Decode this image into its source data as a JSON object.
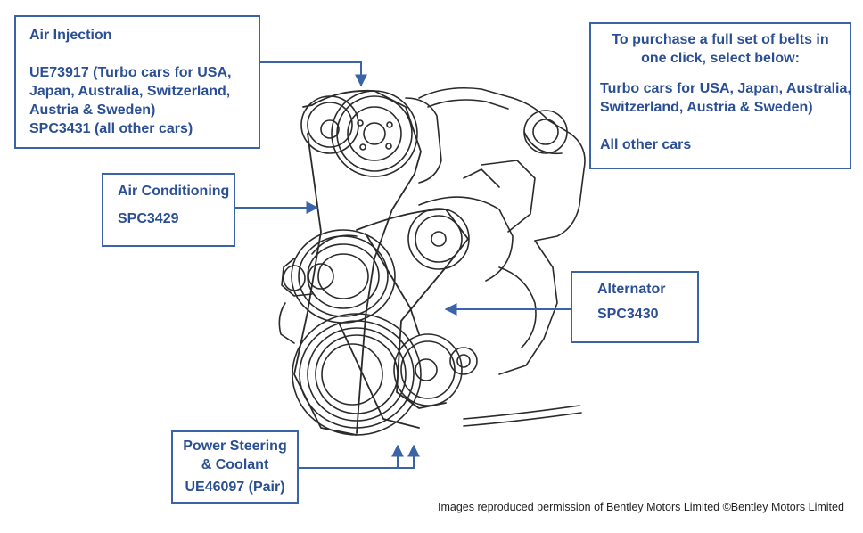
{
  "colors": {
    "label_text": "#2b4f94",
    "box_border": "#3a63a8",
    "arrow": "#3a63a8",
    "drawing_line": "#2a2a2a"
  },
  "labels": {
    "air_injection": {
      "title": "Air Injection",
      "part_1": "UE73917 (Turbo cars for USA,",
      "part_1_cont_1": "Japan, Australia, Switzerland,",
      "part_1_cont_2": "Austria & Sweden)",
      "part_2": "SPC3431 (all other cars)"
    },
    "air_conditioning": {
      "title": "Air Conditioning",
      "part": "SPC3429"
    },
    "alternator": {
      "title": "Alternator",
      "part": "SPC3430"
    },
    "power_steering": {
      "title_1": "Power Steering",
      "title_2": "& Coolant",
      "part": "UE46097 (Pair)"
    }
  },
  "purchase": {
    "heading_1": "To purchase a full set of belts in",
    "heading_2": "one click, select below:",
    "option_turbo_1": "Turbo cars for USA, Japan, Australia,",
    "option_turbo_2": "Switzerland, Austria & Sweden)",
    "option_other": "All other cars"
  },
  "credit": "Images reproduced permission of Bentley Motors Limited ©Bentley Motors Limited"
}
